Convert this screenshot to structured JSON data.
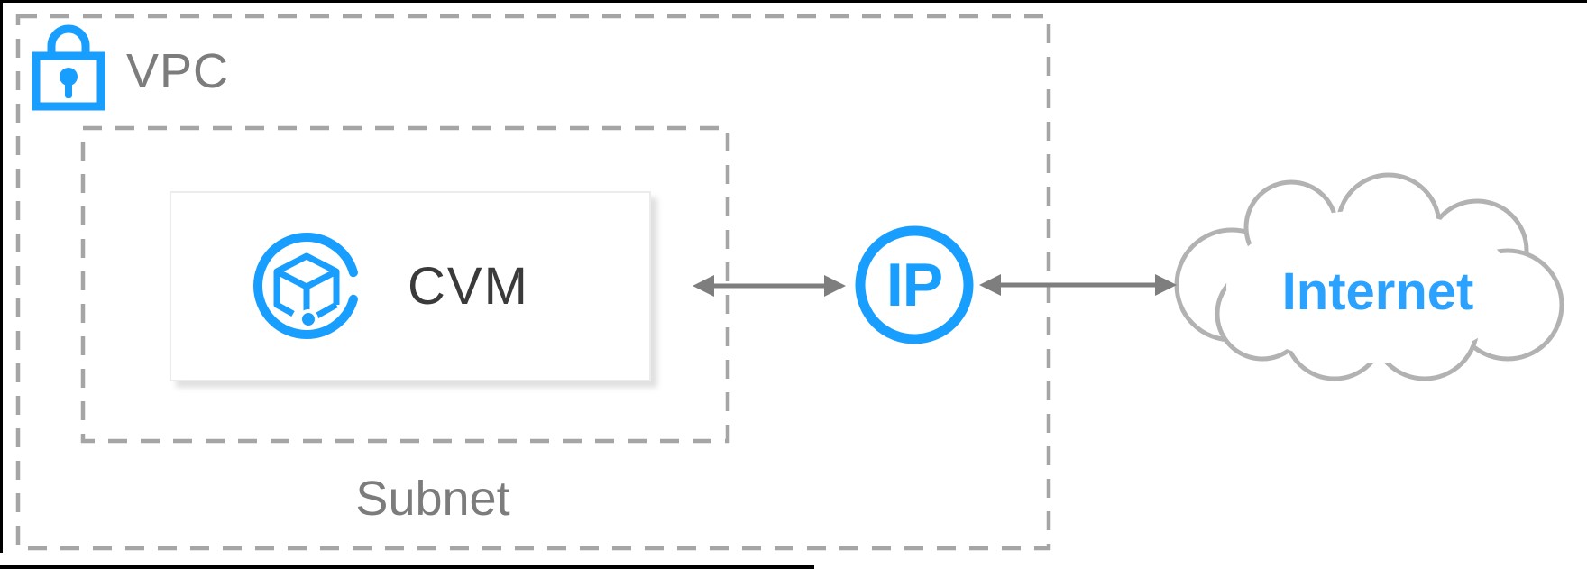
{
  "diagram": {
    "vpc_label": "VPC",
    "subnet_label": "Subnet",
    "cvm_label": "CVM",
    "ip_label": "IP",
    "internet_label": "Internet"
  },
  "icons": {
    "lock": "lock-icon",
    "cvm": "cvm-cube-icon",
    "ip": "ip-circle-icon",
    "cloud": "internet-cloud-icon",
    "arrows": "double-headed-arrow"
  },
  "colors": {
    "accent_blue": "#189eff",
    "internet_text_blue": "#2ba2ff",
    "label_gray": "#7c7c7c",
    "cvm_text_gray": "#3a3a3a",
    "dashed_border_gray": "#a5a5a5",
    "arrow_gray": "#7e7e7e",
    "cloud_outline_gray": "#b2b2b2",
    "frame_black": "#000000",
    "background": "#ffffff"
  }
}
